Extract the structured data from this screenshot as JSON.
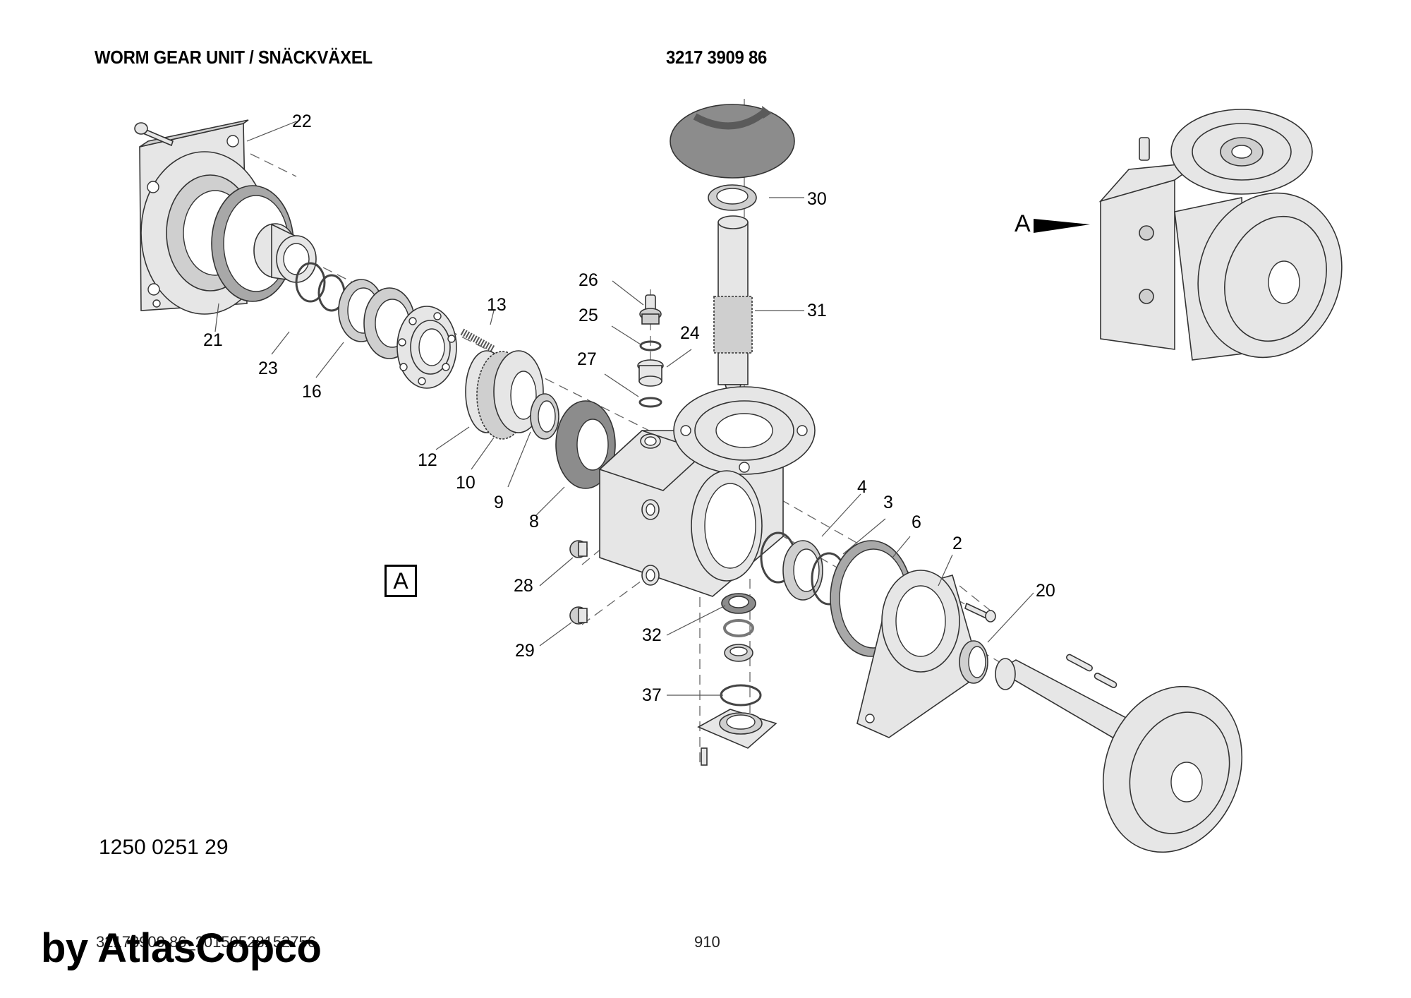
{
  "header": {
    "title": "WORM GEAR UNIT / SNÄCKVÄXEL",
    "document_number": "3217 3909 86"
  },
  "footer": {
    "part_number": "1250 0251 29",
    "file_reference": "32173909 86_20150528152756",
    "page_number": "910",
    "watermark": "by AtlasCopco"
  },
  "view_reference": {
    "box_label": "A",
    "arrow_label": "A"
  },
  "callouts": [
    {
      "id": "22",
      "label": "22",
      "component": "motor flange"
    },
    {
      "id": "21",
      "label": "21",
      "component": "gasket"
    },
    {
      "id": "23",
      "label": "23",
      "component": "circlip"
    },
    {
      "id": "16",
      "label": "16",
      "component": "bearing"
    },
    {
      "id": "13",
      "label": "13",
      "component": "spring"
    },
    {
      "id": "12",
      "label": "12",
      "component": "clutch disc"
    },
    {
      "id": "10",
      "label": "10",
      "component": "worm gear"
    },
    {
      "id": "9",
      "label": "9",
      "component": "bushing"
    },
    {
      "id": "8",
      "label": "8",
      "component": "shaft seal"
    },
    {
      "id": "26",
      "label": "26",
      "component": "breather plug"
    },
    {
      "id": "25",
      "label": "25",
      "component": "o-ring"
    },
    {
      "id": "24",
      "label": "24",
      "component": "adapter"
    },
    {
      "id": "27",
      "label": "27",
      "component": "o-ring"
    },
    {
      "id": "30",
      "label": "30",
      "component": "shaft seal"
    },
    {
      "id": "31",
      "label": "31",
      "component": "worm shaft"
    },
    {
      "id": "4",
      "label": "4",
      "component": "bearing"
    },
    {
      "id": "3",
      "label": "3",
      "component": "retaining ring"
    },
    {
      "id": "6",
      "label": "6",
      "component": "gasket"
    },
    {
      "id": "2",
      "label": "2",
      "component": "bearing housing"
    },
    {
      "id": "20",
      "label": "20",
      "component": "shaft seal"
    },
    {
      "id": "28",
      "label": "28",
      "component": "plug"
    },
    {
      "id": "29",
      "label": "29",
      "component": "plug"
    },
    {
      "id": "32",
      "label": "32",
      "component": "bearing"
    },
    {
      "id": "37",
      "label": "37",
      "component": "o-ring"
    }
  ]
}
